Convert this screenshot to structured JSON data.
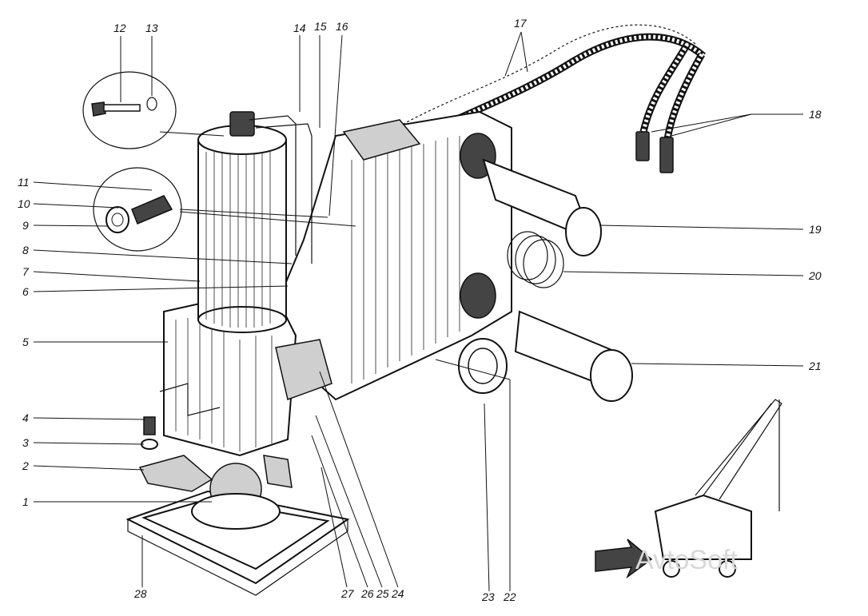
{
  "callouts": [
    {
      "id": "1",
      "label": "1"
    },
    {
      "id": "2",
      "label": "2"
    },
    {
      "id": "3",
      "label": "3"
    },
    {
      "id": "4",
      "label": "4"
    },
    {
      "id": "5",
      "label": "5"
    },
    {
      "id": "6",
      "label": "6"
    },
    {
      "id": "7",
      "label": "7"
    },
    {
      "id": "8",
      "label": "8"
    },
    {
      "id": "9",
      "label": "9"
    },
    {
      "id": "10",
      "label": "10"
    },
    {
      "id": "11",
      "label": "11"
    },
    {
      "id": "12",
      "label": "12"
    },
    {
      "id": "13",
      "label": "13"
    },
    {
      "id": "14",
      "label": "14"
    },
    {
      "id": "15",
      "label": "15"
    },
    {
      "id": "16",
      "label": "16"
    },
    {
      "id": "17",
      "label": "17"
    },
    {
      "id": "18",
      "label": "18"
    },
    {
      "id": "19",
      "label": "19"
    },
    {
      "id": "20",
      "label": "20"
    },
    {
      "id": "21",
      "label": "21"
    },
    {
      "id": "22",
      "label": "22"
    },
    {
      "id": "23",
      "label": "23"
    },
    {
      "id": "24",
      "label": "24"
    },
    {
      "id": "25",
      "label": "25"
    },
    {
      "id": "26",
      "label": "26"
    },
    {
      "id": "27",
      "label": "27"
    },
    {
      "id": "28",
      "label": "28"
    }
  ],
  "watermark": "AvtoSoft",
  "colors": {
    "ink": "#111111",
    "paper": "#ffffff",
    "shade": "#cfcfcf"
  }
}
